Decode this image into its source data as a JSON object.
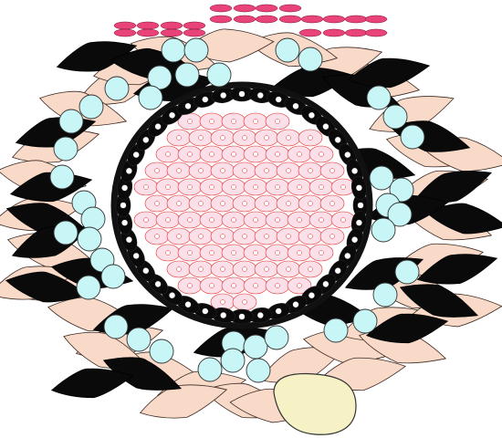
{
  "colors": {
    "background": "#ffffff",
    "black_cell": "#0a0a0a",
    "peach_cell": "#f9d9c8",
    "peach_stroke": "#3a2a22",
    "blue_cell": "#c8f6f6",
    "blue_stroke": "#333333",
    "red_bar": "#e8447a",
    "red_bar_stroke": "#7a1030",
    "pink_cell": "#fbe0ea",
    "pink_stroke": "#e0302a",
    "ring_stroke": "#111111",
    "yellow_body": "#f6f2c6"
  },
  "icons": {
    "bar_group": "red-ellipse-row",
    "ring_cell": "black-ellipse-nucleus",
    "inner_cell": "pink-ellipse-nucleus",
    "blue_cell": "cyan-circle",
    "black_cell": "black-spindle",
    "peach_cell": "peach-spindle"
  }
}
